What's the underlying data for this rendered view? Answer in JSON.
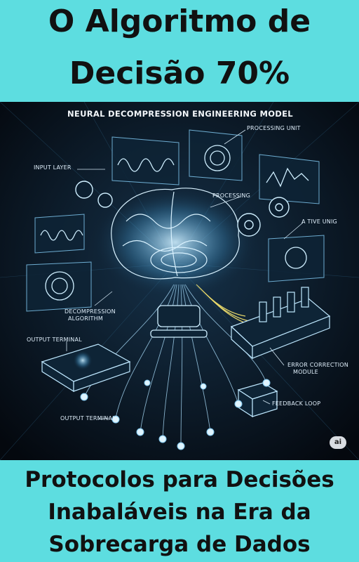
{
  "cover": {
    "title_line1": "O Algoritmo de",
    "title_line2": "Decisão 70%",
    "subtitle_line1": "Protocolos para Decisões",
    "subtitle_line2": "Inabaláveis na Era da",
    "subtitle_line3": "Sobrecarga de Dados"
  },
  "illustration": {
    "heading": "NEURAL DECOMPRESSION ENGINEERING MODEL",
    "labels": {
      "processing_unit": "PROCESSING UNIT",
      "input_layer": "INPUT LAYER",
      "processing": "PROCESSING",
      "active_unit": "A TIVE UNIG",
      "decompression_1": "DECOMPRESSION",
      "decompression_2": "ALGORITHM",
      "output_terminal_1": "OUTPUT TERMINAL",
      "error_correction_1": "ERROR CORRECTION",
      "error_correction_2": "MODULE",
      "feedback_loop": "FEEDBACK LOOP",
      "output_terminal_2": "OUTPUT TERMINAL"
    },
    "badge": "ai"
  },
  "colors": {
    "band": "#5ddde0",
    "background": "#060c14",
    "glow": "#bfe8ff",
    "wire_yellow": "#e8d86a"
  }
}
